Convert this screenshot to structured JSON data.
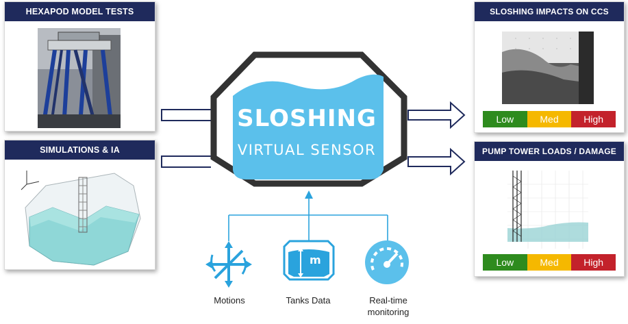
{
  "panels": {
    "hexapod": {
      "title": "HEXAPOD MODEL TESTS"
    },
    "simulations": {
      "title": "SIMULATIONS & IA"
    },
    "ccs": {
      "title": "SLOSHING IMPACTS ON CCS"
    },
    "pump": {
      "title": "PUMP TOWER LOADS / DAMAGE"
    }
  },
  "sensor": {
    "line1": "SLOSHING",
    "line2": "VIRTUAL SENSOR"
  },
  "inputs": {
    "motions": "Motions",
    "tanks": "Tanks Data",
    "tanks_icon_letter": "m",
    "realtime": "Real-time monitoring"
  },
  "scale": {
    "low": "Low",
    "med": "Med",
    "high": "High"
  },
  "colors": {
    "navy": "#1f2a5c",
    "sensor_blue": "#5bc0eb",
    "low": "#2e8b1e",
    "med": "#f5b800",
    "high": "#c3222b"
  }
}
